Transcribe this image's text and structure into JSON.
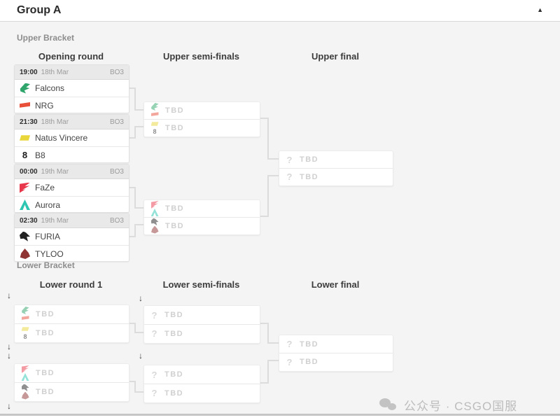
{
  "header": {
    "title": "Group A"
  },
  "icon_glyphs": {
    "b8": "8",
    "question": "?",
    "arrow_down": "↓",
    "collapse_caret": "▲"
  },
  "teams": {
    "falcons": {
      "name": "Falcons",
      "color": "#2fa56b"
    },
    "nrg": {
      "name": "NRG",
      "color": "#e8503a"
    },
    "navi": {
      "name": "Natus Vincere",
      "color": "#e9d63a"
    },
    "b8": {
      "name": "B8",
      "color": "#1a1a1a"
    },
    "faze": {
      "name": "FaZe",
      "color": "#e8374a"
    },
    "aurora": {
      "name": "Aurora",
      "color": "#2cc6b2"
    },
    "furia": {
      "name": "FURIA",
      "color": "#222222"
    },
    "tyloo": {
      "name": "TYLOO",
      "color": "#8f3333"
    }
  },
  "upper_bracket": {
    "label": "Upper Bracket",
    "columns": [
      "Opening round",
      "Upper semi-finals",
      "Upper final"
    ],
    "matches": [
      {
        "time": "19:00",
        "date": "18th Mar",
        "format": "BO3",
        "teams": [
          "falcons",
          "nrg"
        ]
      },
      {
        "time": "21:30",
        "date": "18th Mar",
        "format": "BO3",
        "teams": [
          "navi",
          "b8"
        ]
      },
      {
        "time": "00:00",
        "date": "19th Mar",
        "format": "BO3",
        "teams": [
          "faze",
          "aurora"
        ]
      },
      {
        "time": "02:30",
        "date": "19th Mar",
        "format": "BO3",
        "teams": [
          "furia",
          "tyloo"
        ]
      }
    ],
    "semi_finals": [
      {
        "slots": [
          {
            "label": "TBD",
            "possible": [
              "falcons",
              "nrg"
            ]
          },
          {
            "label": "TBD",
            "possible": [
              "navi",
              "b8"
            ]
          }
        ]
      },
      {
        "slots": [
          {
            "label": "TBD",
            "possible": [
              "faze",
              "aurora"
            ]
          },
          {
            "label": "TBD",
            "possible": [
              "furia",
              "tyloo"
            ]
          }
        ]
      }
    ],
    "final": {
      "slots": [
        {
          "label": "TBD"
        },
        {
          "label": "TBD"
        }
      ]
    }
  },
  "lower_bracket": {
    "label": "Lower Bracket",
    "columns": [
      "Lower round 1",
      "Lower semi-finals",
      "Lower final"
    ],
    "round1": [
      {
        "slots": [
          {
            "label": "TBD",
            "possible": [
              "falcons",
              "nrg"
            ]
          },
          {
            "label": "TBD",
            "possible": [
              "navi",
              "b8"
            ]
          }
        ]
      },
      {
        "slots": [
          {
            "label": "TBD",
            "possible": [
              "faze",
              "aurora"
            ]
          },
          {
            "label": "TBD",
            "possible": [
              "furia",
              "tyloo"
            ]
          }
        ]
      }
    ],
    "semi_finals": [
      {
        "slots": [
          {
            "label": "TBD"
          },
          {
            "label": "TBD"
          }
        ]
      },
      {
        "slots": [
          {
            "label": "TBD"
          },
          {
            "label": "TBD"
          }
        ]
      }
    ],
    "final": {
      "slots": [
        {
          "label": "TBD"
        },
        {
          "label": "TBD"
        }
      ]
    }
  },
  "watermark": {
    "text": "公众号 · CSGO国服"
  }
}
